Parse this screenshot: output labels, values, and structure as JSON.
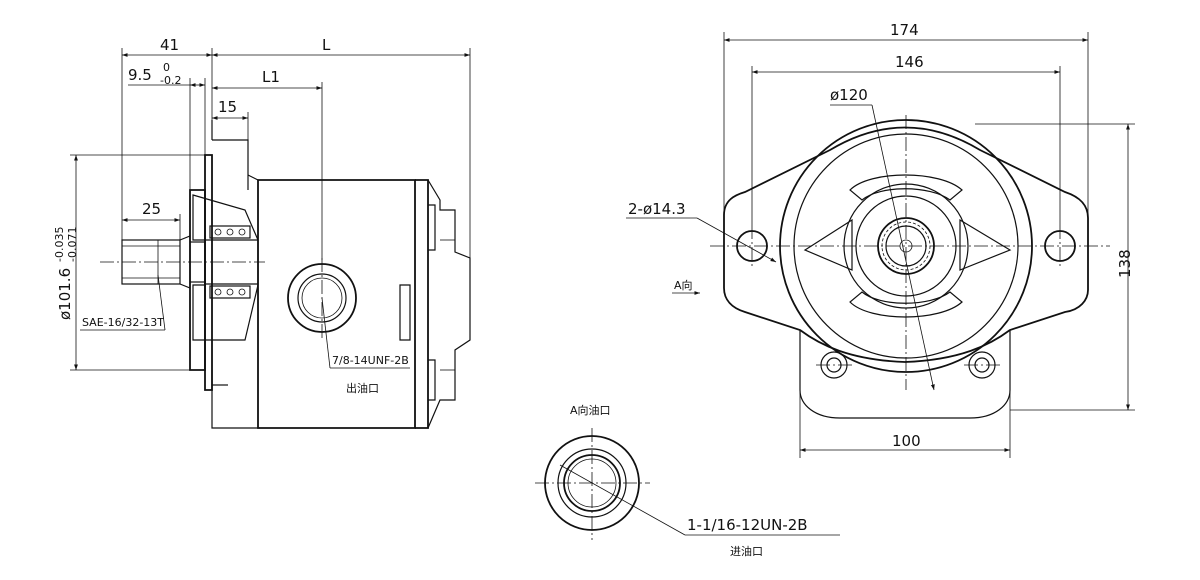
{
  "side_view": {
    "dim_41": "41",
    "dim_L": "L",
    "dim_9_5": "9.5",
    "tol_9_5_upper": "0",
    "tol_9_5_lower": "-0.2",
    "dim_L1": "L1",
    "dim_15": "15",
    "dim_25": "25",
    "dim_diameter": "ø101.6",
    "tol_dia_upper": "-0.035",
    "tol_dia_lower": "-0.071",
    "spline_label": "SAE-16/32-13T",
    "outlet_thread": "7/8-14UNF-2B",
    "outlet_label": "出油口"
  },
  "front_view": {
    "dim_174": "174",
    "dim_146": "146",
    "dim_120": "ø120",
    "dim_holes": "2-ø14.3",
    "dim_138": "138",
    "dim_100": "100",
    "view_arrow_label": "A向"
  },
  "detail_view": {
    "title": "A向油口",
    "inlet_thread": "1-1/16-12UN-2B",
    "inlet_label": "进油口"
  }
}
